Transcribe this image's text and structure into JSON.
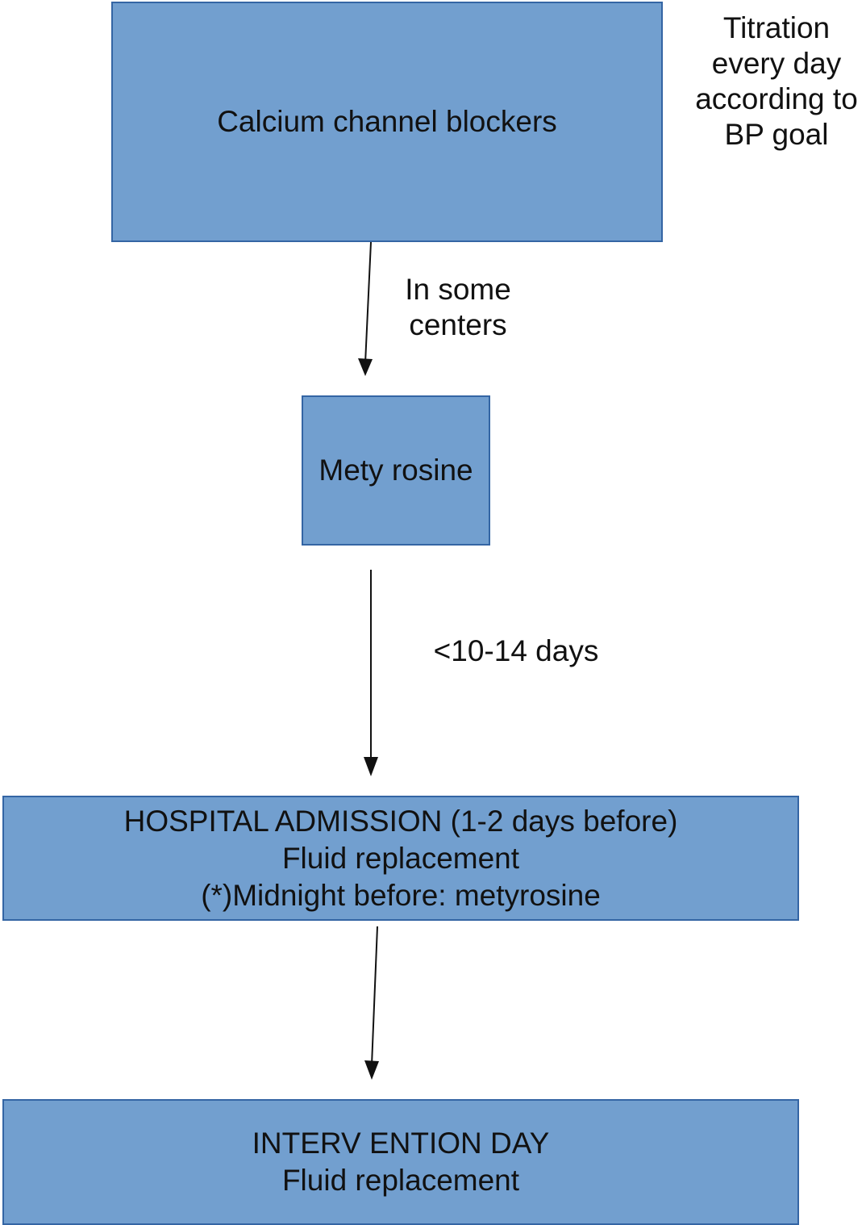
{
  "nodes": {
    "ccb": {
      "text": "Calcium channel blockers"
    },
    "metyrosine": {
      "text": "Mety rosine"
    },
    "admission": {
      "lines": [
        "HOSPITAL ADMISSION (1-2 days before)",
        "Fluid replacement",
        "(*)Midnight before: metyrosine"
      ]
    },
    "intervention": {
      "lines": [
        "INTERV ENTION DAY",
        "Fluid replacement"
      ]
    }
  },
  "annotations": {
    "titration": {
      "lines": [
        "Titration",
        "every day",
        "according to",
        "BP goal"
      ]
    },
    "some_centers": {
      "lines": [
        "In some",
        "centers"
      ]
    },
    "duration": {
      "text": "<10-14 days"
    }
  },
  "colors": {
    "box_fill": "#729fcf",
    "box_border": "#3465a4",
    "arrow": "#111111"
  }
}
